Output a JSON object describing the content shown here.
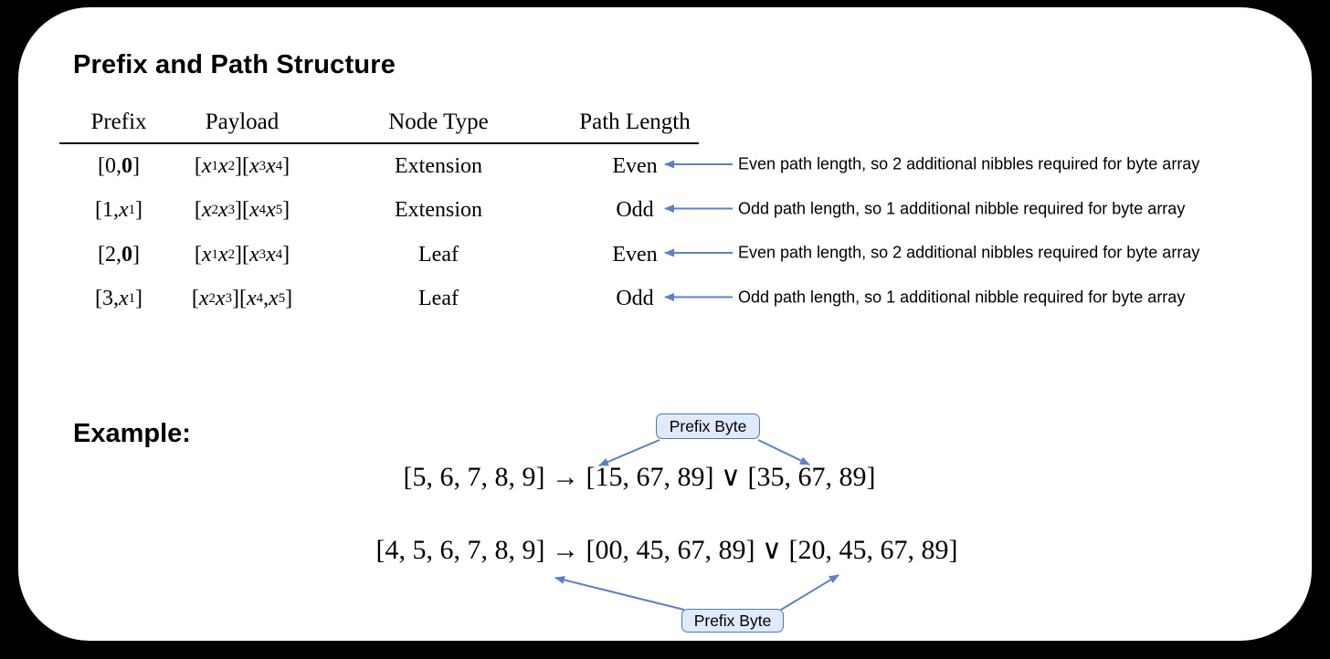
{
  "title": "Prefix and Path Structure",
  "table": {
    "headers": [
      "Prefix",
      "Payload",
      "Node Type",
      "Path Length"
    ],
    "rows": [
      {
        "prefix": "[0, *0*]",
        "payload": "[x_1x_2][x_3x_4]",
        "node_type": "Extension",
        "path_length": "Even",
        "annotation": "Even path length, so 2 additional nibbles required for byte array"
      },
      {
        "prefix": "[1, x_1]",
        "payload": "[x_2x_3][x_4x_5]",
        "node_type": "Extension",
        "path_length": "Odd",
        "annotation": "Odd path length, so 1 additional nibble required for byte array"
      },
      {
        "prefix": "[2, *0*]",
        "payload": "[x_1x_2][x_3x_4]",
        "node_type": "Leaf",
        "path_length": "Even",
        "annotation": "Even path length, so 2 additional nibbles required for byte array"
      },
      {
        "prefix": "[3, x_1]",
        "payload": "[x_2x_3][x_4, x_5]",
        "node_type": "Leaf",
        "path_length": "Odd",
        "annotation": "Odd path length, so 1 additional nibble required for byte array"
      }
    ]
  },
  "example": {
    "heading": "Example:",
    "line1": "[5, 6, 7, 8, 9] → [15, 67, 89] ∨ [35, 67, 89]",
    "line2": "[4, 5, 6, 7, 8, 9] → [00, 45, 67, 89] ∨ [20, 45, 67, 89]",
    "badge_label": "Prefix Byte"
  },
  "colors": {
    "background": "#000000",
    "card": "#ffffff",
    "arrow_blue": "#5b81c4",
    "badge_border": "#4d78bb",
    "badge_fill": "#dfeafb"
  }
}
